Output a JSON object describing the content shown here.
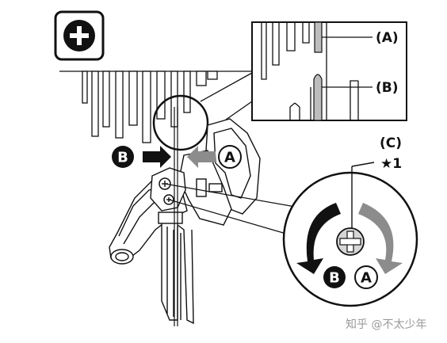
{
  "symbols": {
    "plus_icon": "plus-circle-icon",
    "direction_arrow_icon": "arrow-icon",
    "screw_icon": "phillips-screw-icon"
  },
  "labels": {
    "badge_a": "A",
    "badge_b": "B",
    "inset_a": "(A)",
    "inset_b": "(B)",
    "callout_c": "(C)",
    "star_note": "★1",
    "circle_b": "B",
    "circle_a": "A"
  },
  "watermark": "知乎 @不太少年",
  "colors": {
    "ink": "#111111",
    "gray_arrow": "#8c8c8c",
    "light_gray": "#bdbdbd",
    "white": "#ffffff"
  }
}
